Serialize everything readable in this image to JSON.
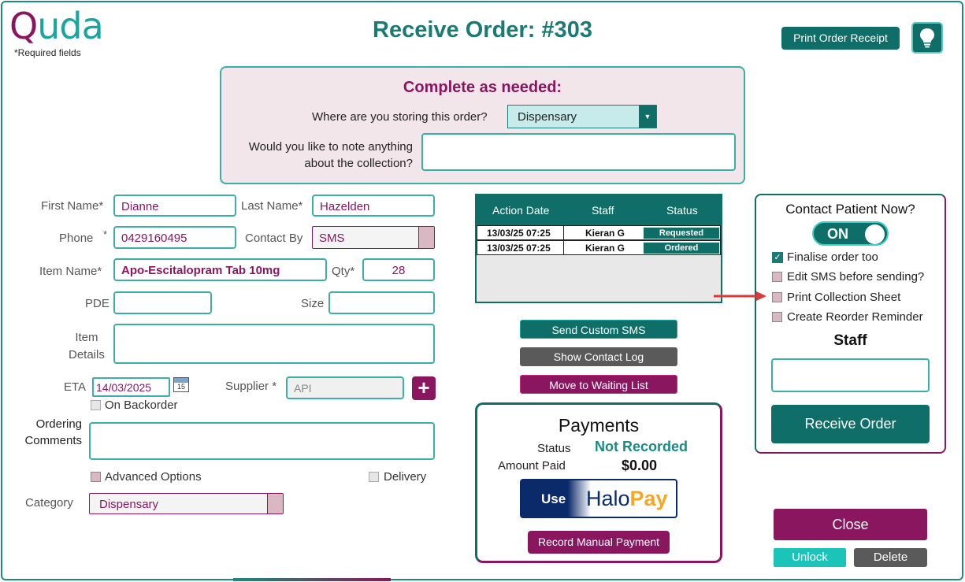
{
  "header": {
    "logo_text_a": "Q",
    "logo_text_b": "uda",
    "required_note": "*Required fields",
    "title": "Receive Order: #303",
    "print_receipt_label": "Print Order Receipt"
  },
  "complete": {
    "title": "Complete as needed:",
    "storing_question": "Where are you storing this order?",
    "storing_value": "Dispensary",
    "note_question_line1": "Would you like to note anything",
    "note_question_line2": "about the collection?",
    "note_value": ""
  },
  "patient": {
    "first_name_label": "First Name*",
    "first_name": "Dianne",
    "last_name_label": "Last Name*",
    "last_name": "Hazelden",
    "phone_label": "Phone",
    "phone_star": "*",
    "phone": "0429160495",
    "contact_by_label": "Contact By",
    "contact_by": "SMS",
    "item_name_label": "Item Name*",
    "item_name": "Apo-Escitalopram Tab 10mg",
    "qty_label": "Qty*",
    "qty": "28",
    "pde_label": "PDE",
    "pde": "",
    "size_label": "Size",
    "size": "",
    "item_details_label_1": "Item",
    "item_details_label_2": "Details",
    "eta_label": "ETA",
    "eta": "14/03/2025",
    "calendar_day": "15",
    "supplier_label": "Supplier *",
    "supplier_placeholder": "API",
    "on_backorder_label": "On Backorder",
    "ordering_comments_label_1": "Ordering",
    "ordering_comments_label_2": "Comments",
    "advanced_options_label": "Advanced Options",
    "delivery_label": "Delivery",
    "category_label": "Category",
    "category": "Dispensary"
  },
  "log_table": {
    "columns": [
      "Action Date",
      "Staff",
      "Status"
    ],
    "rows": [
      {
        "date": "13/03/25 07:25",
        "staff": "Kieran G",
        "status": "Requested"
      },
      {
        "date": "13/03/25 07:25",
        "staff": "Kieran G",
        "status": "Ordered"
      }
    ]
  },
  "actions": {
    "send_sms": "Send Custom SMS",
    "show_log": "Show Contact Log",
    "move_waiting": "Move to Waiting List"
  },
  "payments": {
    "title": "Payments",
    "status_label": "Status",
    "status_value": "Not Recorded",
    "amount_label": "Amount Paid",
    "amount_value": "$0.00",
    "use_label": "Use",
    "halo_a": "Halo",
    "halo_b": "Pay",
    "record_manual": "Record Manual Payment"
  },
  "contact": {
    "title": "Contact Patient Now?",
    "toggle_label": "ON",
    "options": [
      {
        "label": "Finalise order too",
        "checked": true
      },
      {
        "label": "Edit SMS before sending?",
        "checked": false
      },
      {
        "label": "Print Collection Sheet",
        "checked": false
      },
      {
        "label": "Create Reorder Reminder",
        "checked": false
      }
    ],
    "staff_label": "Staff",
    "staff_value": "",
    "receive_label": "Receive Order"
  },
  "footer": {
    "close_label": "Close",
    "unlock_label": "Unlock",
    "delete_label": "Delete"
  },
  "colors": {
    "teal": "#0f6f68",
    "plum": "#8a1660",
    "light_teal": "#1aa5a0",
    "pink_panel": "#f3e6ea",
    "arrow": "#d93a3a"
  }
}
